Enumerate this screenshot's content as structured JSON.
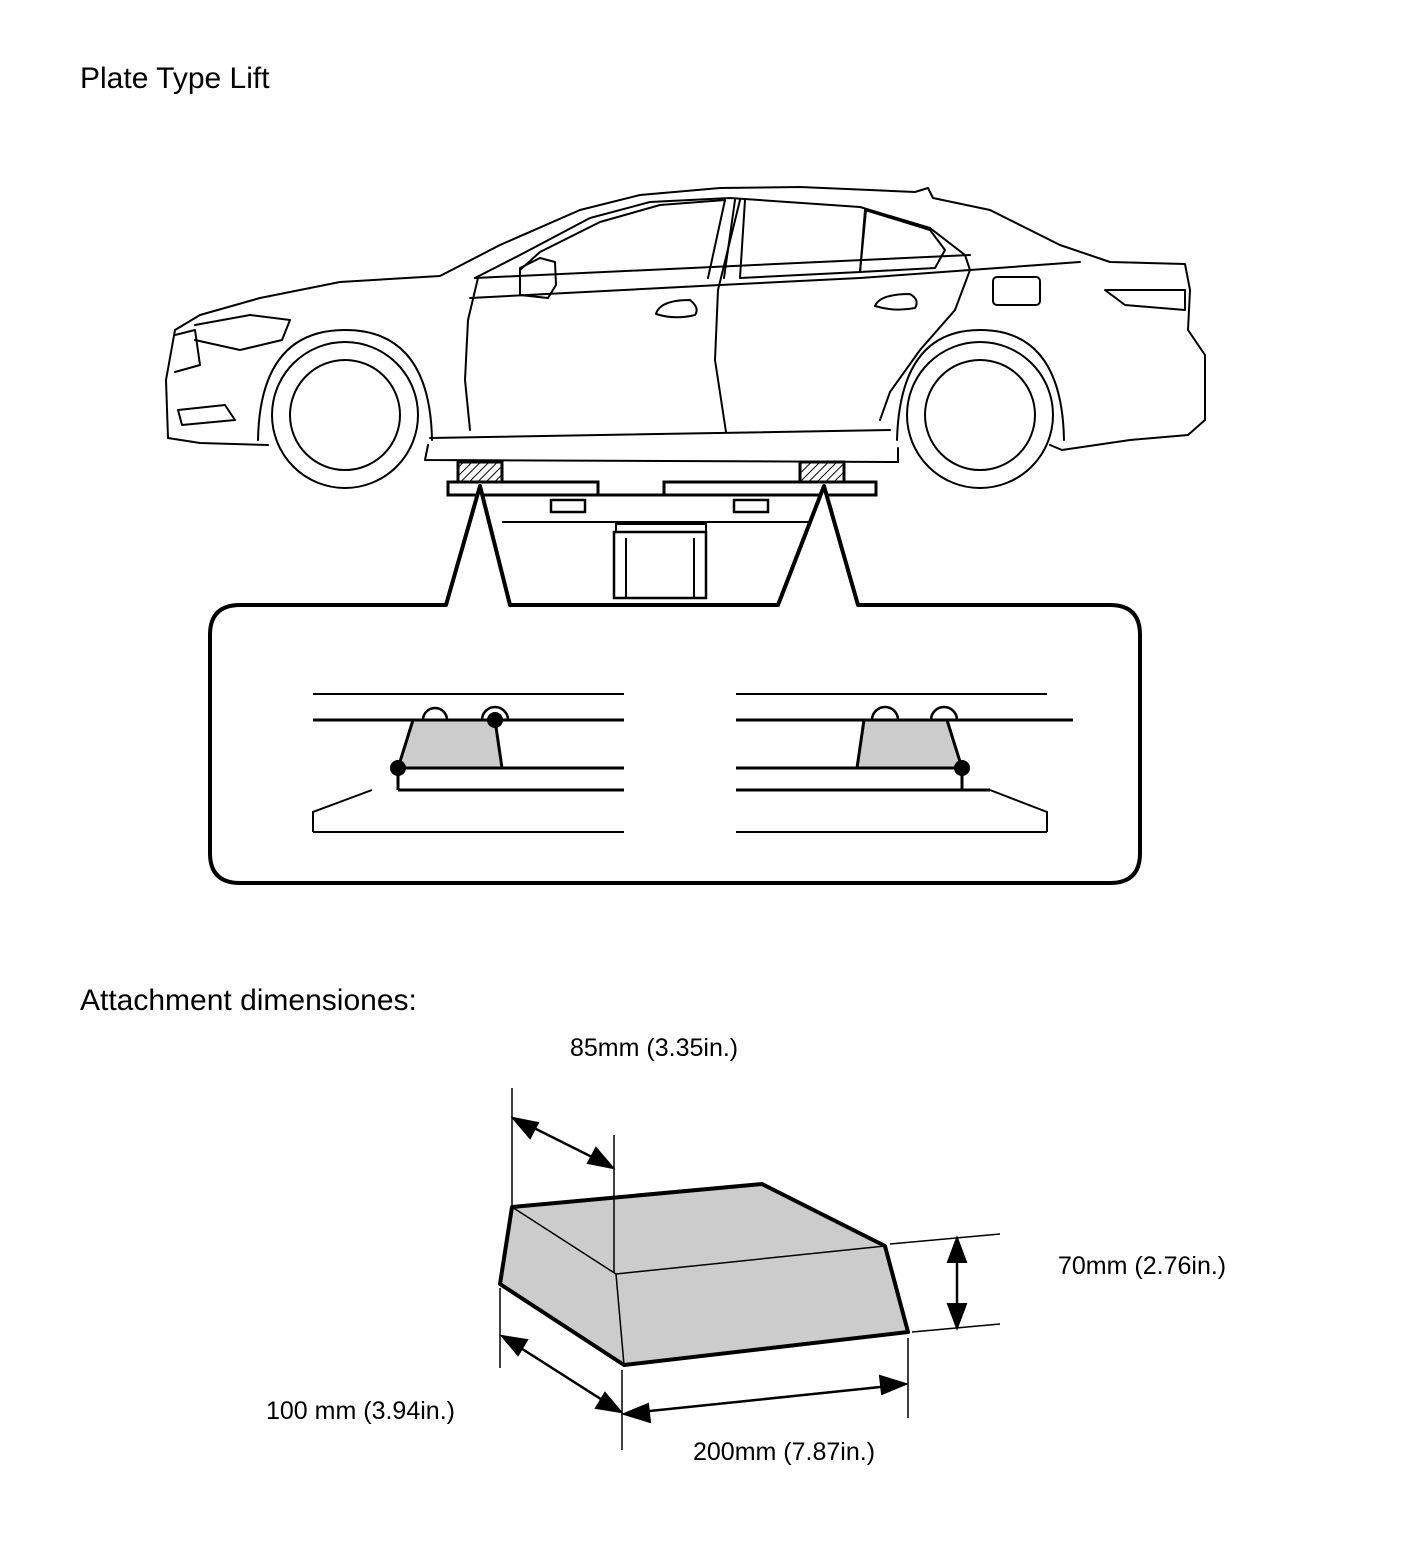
{
  "page": {
    "title": "Plate Type Lift",
    "attachment_heading": "Attachment dimensiones:"
  },
  "dimensions": {
    "depth": "85mm (3.35in.)",
    "height": "70mm (2.76in.)",
    "width": "100 mm (3.94in.)",
    "length": "200mm (7.87in.)"
  },
  "colors": {
    "line": "#000000",
    "attachment_fill": "#cccccc",
    "background": "#ffffff"
  }
}
